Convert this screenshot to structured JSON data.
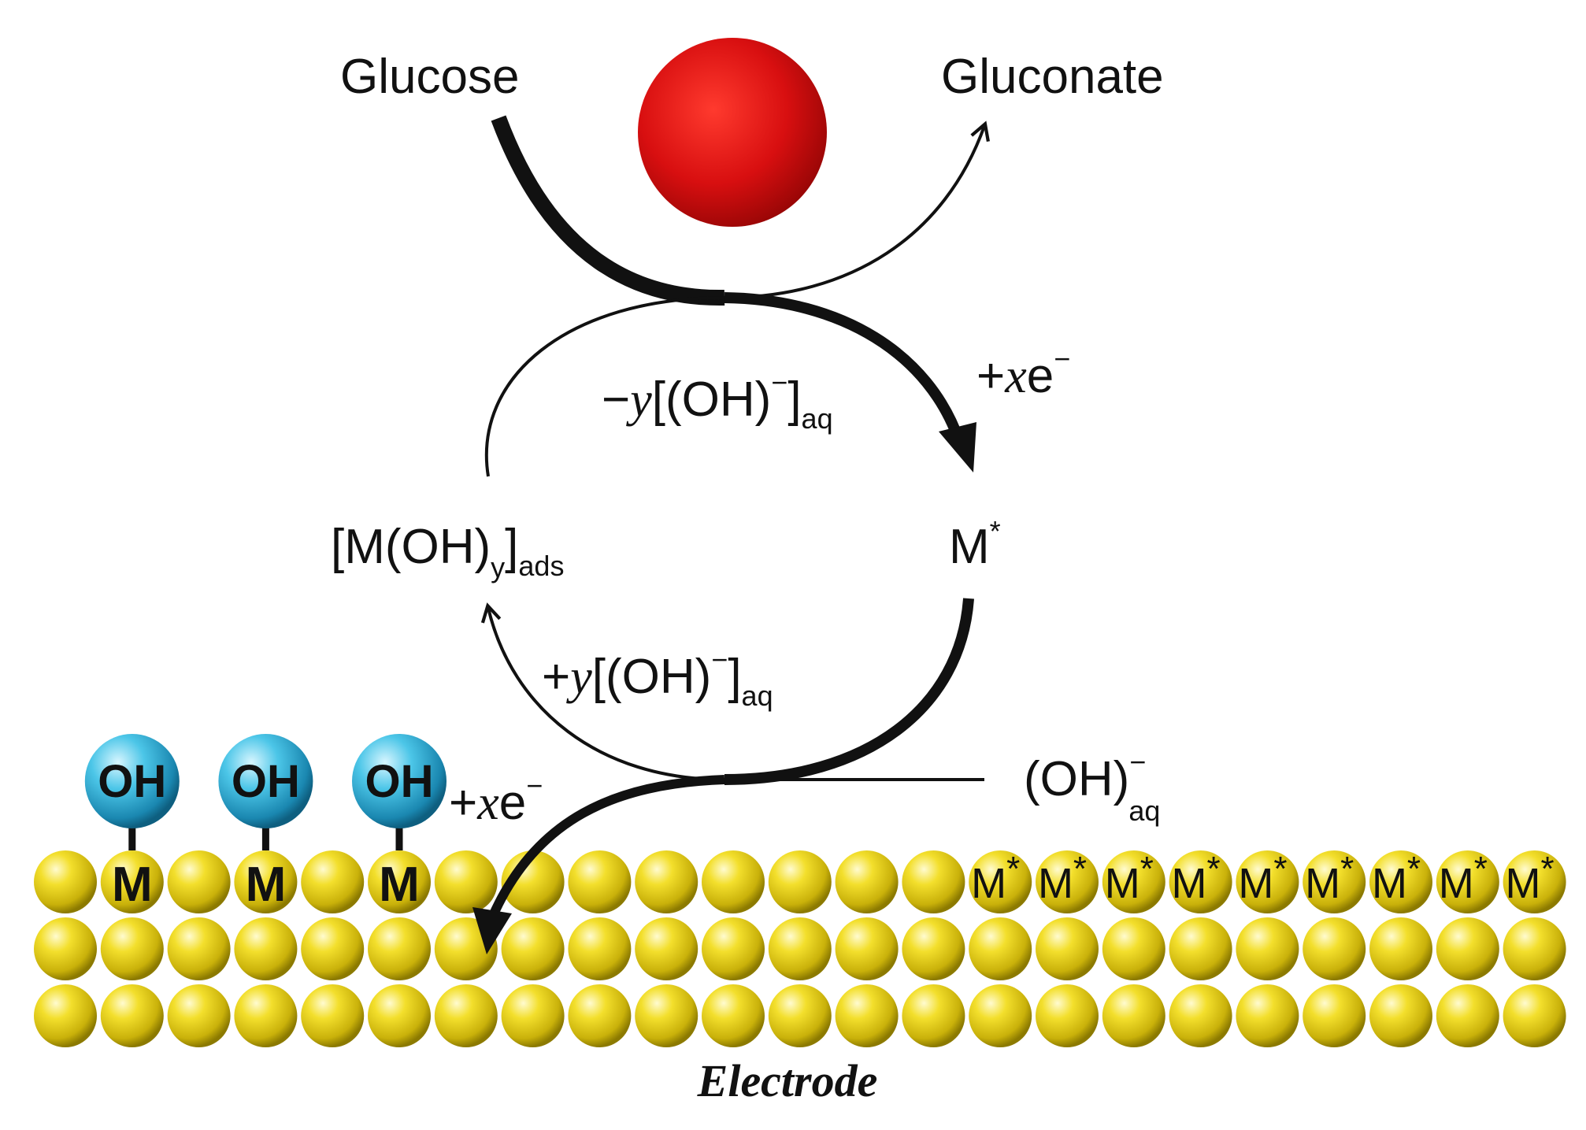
{
  "labels": {
    "glucose": "Glucose",
    "gluconate": "Gluconate",
    "minus_sign": "−",
    "plus_sign": "+",
    "y_var": "y",
    "x_var": "x",
    "oh_group": "[(OH)",
    "oh_free": "(OH)",
    "bracket_close": "]",
    "minus_charge": "−",
    "aq": "aq",
    "electron": "e",
    "m_oh_open": "[M(OH)",
    "m_oh_sub": "y",
    "ads": "ads",
    "m": "M",
    "star": "*",
    "oh": "OH",
    "electrode": "Electrode"
  },
  "colors": {
    "ink": "#111111",
    "red_particle": "#d40f0f",
    "gold_atom": "#e8d21a",
    "cyan_oh": "#35b9dd"
  },
  "electrode": {
    "rows": 3,
    "atoms_per_row": 23,
    "oh_site_positions": [
      1,
      3,
      5
    ],
    "m_star_start": 14
  }
}
